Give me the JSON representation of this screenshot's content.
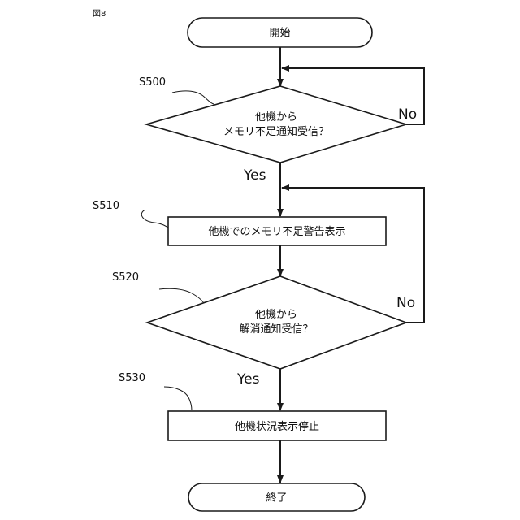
{
  "figure_label": "図8",
  "nodes": {
    "start": {
      "label": "開始"
    },
    "d1": {
      "lines": [
        "他機から",
        "メモリ不足通知受信？"
      ]
    },
    "p1": {
      "label": "他機でのメモリ不足警告表示"
    },
    "d2": {
      "lines": [
        "他機から",
        "解消通知受信？"
      ]
    },
    "p2": {
      "label": "他機状況表示停止"
    },
    "end": {
      "label": "終了"
    }
  },
  "steps": {
    "s500": "S500",
    "s510": "S510",
    "s520": "S520",
    "s530": "S530"
  },
  "branches": {
    "d1_yes": "Yes",
    "d1_no": "No",
    "d2_yes": "Yes",
    "d2_no": "No"
  }
}
